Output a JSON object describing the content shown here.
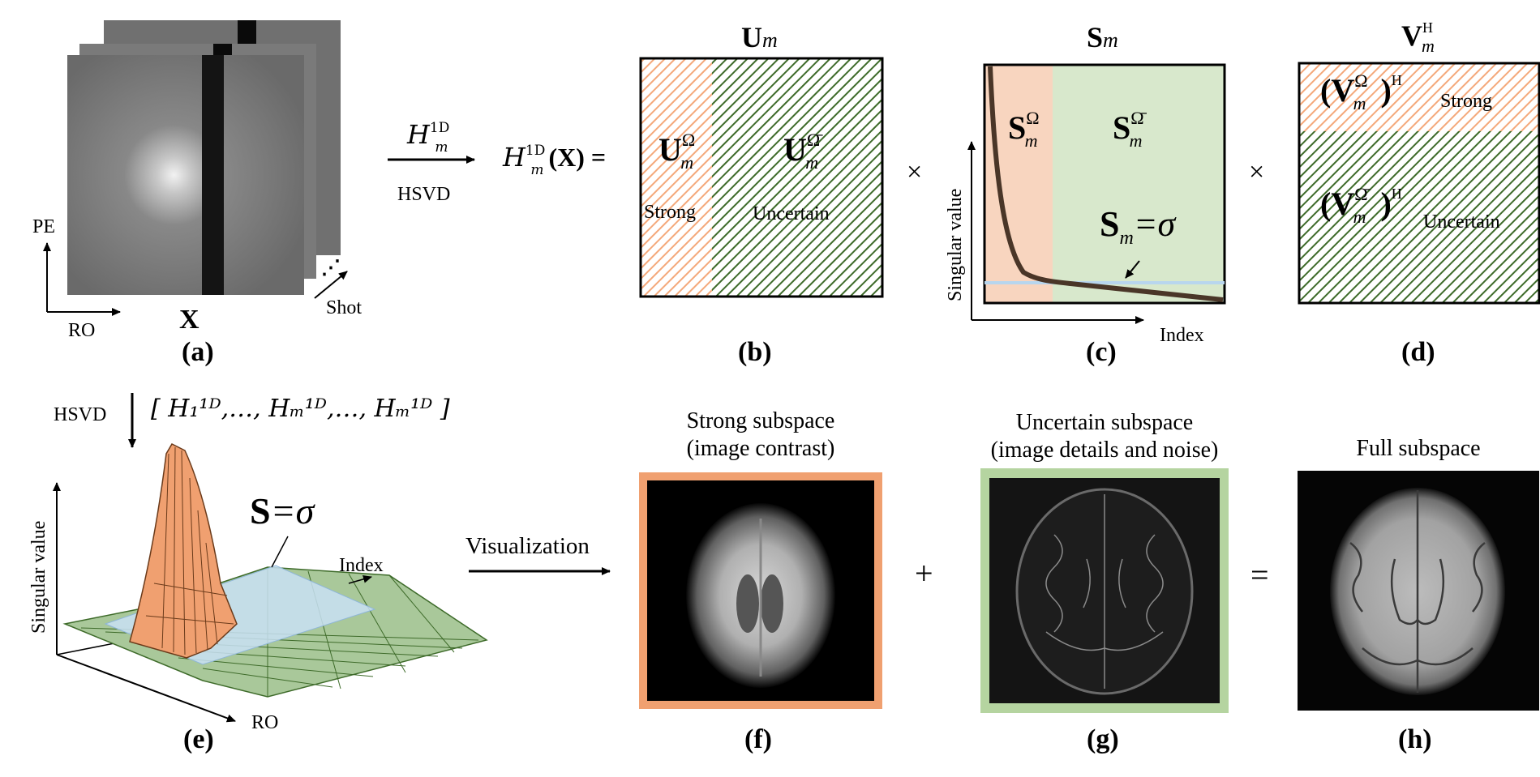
{
  "panels": {
    "a": {
      "letter": "(a)",
      "x_label": "X",
      "pe_axis": "PE",
      "ro_axis": "RO",
      "shot_axis": "Shot"
    },
    "b": {
      "letter": "(b)",
      "title_main": "U",
      "title_sub": "m",
      "left_sym": "U",
      "left_sup": "Ω",
      "left_sub": "m",
      "right_sym": "U",
      "right_sup": "Ω̄",
      "right_sub": "m",
      "left_text": "Strong",
      "right_text": "Uncertain"
    },
    "c": {
      "letter": "(c)",
      "title_main": "S",
      "title_sub": "m",
      "left_sym": "S",
      "left_sup": "Ω",
      "left_sub": "m",
      "right_sym": "S",
      "right_sup": "Ω̄",
      "right_sub": "m",
      "threshold_eq": "=σ",
      "threshold_sym": "S",
      "threshold_sub": "m",
      "y_axis": "Singular value",
      "x_axis": "Index"
    },
    "d": {
      "letter": "(d)",
      "title_main": "V",
      "title_sub": "m",
      "title_sup": "H",
      "top_text": "Strong",
      "bottom_text": "Uncertain",
      "sym": "V",
      "sub": "m",
      "top_sup": "Ω",
      "bottom_sup": "Ω̄",
      "outer_sup": "H"
    },
    "e": {
      "letter": "(e)",
      "eq_sym": "S",
      "eq_rest": "=σ",
      "y_axis": "Singular value",
      "x_axis": "RO",
      "index_axis": "Index"
    },
    "f": {
      "letter": "(f)",
      "caption_line1": "Strong subspace",
      "caption_line2": "(image contrast)"
    },
    "g": {
      "letter": "(g)",
      "caption_line1": "Uncertain subspace",
      "caption_line2": "(image details and noise)"
    },
    "h": {
      "letter": "(h)",
      "caption_line1": "Full subspace"
    }
  },
  "operators": {
    "top_arrow_op": "H",
    "top_arrow_sup": "1D",
    "top_arrow_sub": "m",
    "top_arrow_bottom": "HSVD",
    "equation_lhs_op": "H",
    "equation_lhs_sup": "1D",
    "equation_lhs_sub": "m",
    "equation_lhs_arg": "(X) =",
    "times_1": "×",
    "times_2": "×",
    "left_hsvd": "HSVD",
    "list_text": "[ H₁¹ᴰ,…, Hₘ¹ᴰ,…, Hₘ¹ᴰ ]",
    "visualization": "Visualization",
    "plus": "+",
    "equals": "="
  },
  "colors": {
    "strong_orange": "#f4a87a",
    "strong_fill": "#f8d5bf",
    "uncertain_green": "#3e6b2a",
    "uncertain_fill": "#d8e8cc",
    "threshold_blue": "#b8d6ee",
    "curve_brown": "#4a3628",
    "frame_orange": "#f0a070",
    "frame_green": "#b5d4a0"
  }
}
